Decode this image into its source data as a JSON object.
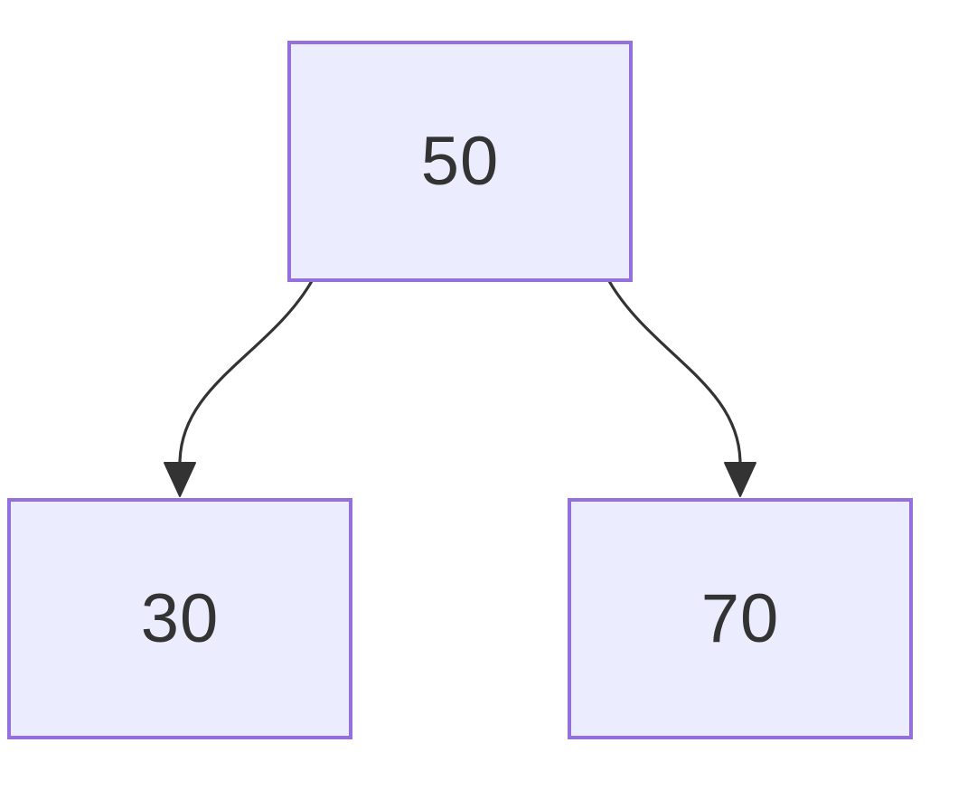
{
  "diagram": {
    "type": "flowchart",
    "direction": "top-down",
    "description": "Binary tree: root 50 with left child 30 and right child 70",
    "nodes": [
      {
        "id": "n50",
        "label": "50",
        "shape": "rectangle"
      },
      {
        "id": "n30",
        "label": "30",
        "shape": "rectangle"
      },
      {
        "id": "n70",
        "label": "70",
        "shape": "rectangle"
      }
    ],
    "edges": [
      {
        "from": "50",
        "to": "30",
        "style": "curved",
        "arrow": "filled-triangle-down"
      },
      {
        "from": "50",
        "to": "70",
        "style": "curved",
        "arrow": "filled-triangle-down"
      }
    ],
    "colors": {
      "background": "#ffffff",
      "node_fill": "#ececff",
      "node_border": "#9370db",
      "node_text": "#333333",
      "edge_stroke": "#333333"
    }
  }
}
